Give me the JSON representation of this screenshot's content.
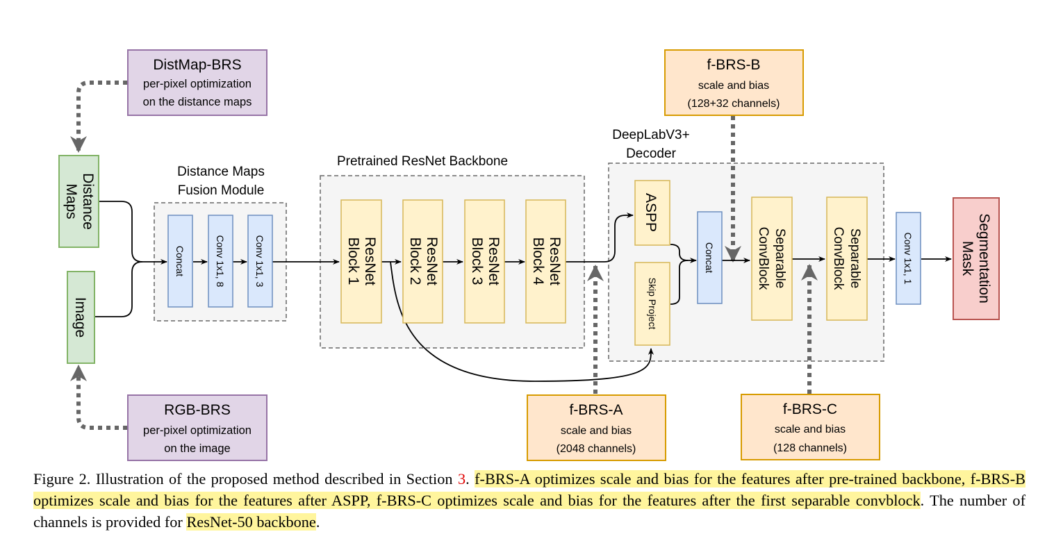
{
  "diagram": {
    "distmap_brs": {
      "title": "DistMap-BRS",
      "line1": "per-pixel optimization",
      "line2": "on the distance maps"
    },
    "rgb_brs": {
      "title": "RGB-BRS",
      "line1": "per-pixel optimization",
      "line2": "on the image"
    },
    "distance_maps": {
      "line1": "Distance",
      "line2": "Maps"
    },
    "image": "Image",
    "fusion_module": {
      "line1": "Distance Maps",
      "line2": "Fusion Module",
      "concat": "Concat",
      "conv1": "Conv 1x1, 8",
      "conv2": "Conv 1x1, 3"
    },
    "backbone": {
      "title": "Pretrained ResNet Backbone",
      "blocks": [
        {
          "line1": "ResNet",
          "line2": "Block 1"
        },
        {
          "line1": "ResNet",
          "line2": "Block 2"
        },
        {
          "line1": "ResNet",
          "line2": "Block 3"
        },
        {
          "line1": "ResNet",
          "line2": "Block 4"
        }
      ]
    },
    "decoder": {
      "line1": "DeepLabV3+",
      "line2": "Decoder",
      "aspp": "ASPP",
      "skip": "Skip Project",
      "concat": "Concat",
      "sep1": {
        "line1": "Separable",
        "line2": "ConvBlock"
      },
      "sep2": {
        "line1": "Separable",
        "line2": "ConvBlock"
      }
    },
    "final_conv": "Conv 1x1, 1",
    "segmentation": {
      "line1": "Segmentation",
      "line2": "Mask"
    },
    "fbrs_a": {
      "title": "f-BRS-A",
      "line1": "scale and bias",
      "line2": "(2048 channels)"
    },
    "fbrs_b": {
      "title": "f-BRS-B",
      "line1": "scale and bias",
      "line2": "(128+32 channels)"
    },
    "fbrs_c": {
      "title": "f-BRS-C",
      "line1": "scale and bias",
      "line2": "(128 channels)"
    }
  },
  "caption": {
    "part1": "Figure 2. Illustration of the proposed method described in Section ",
    "ref": "3",
    "part2": ". ",
    "highlight1": "f-BRS-A optimizes scale and bias for the features after pre-trained backbone, f-BRS-B optimizes scale and bias for the features after ASPP, f-BRS-C optimizes scale and bias for the features after the first separable convblock",
    "part3": ". The number of channels is provided for ",
    "highlight2": "ResNet-50 backbone",
    "part4": "."
  },
  "colors": {
    "purple_fill": "#e1d5e7",
    "purple_stroke": "#9673a6",
    "green_fill": "#d5e8d4",
    "green_stroke": "#82b366",
    "blue_fill": "#dae8fc",
    "blue_stroke": "#6c8ebf",
    "yellow_fill": "#fff2cc",
    "yellow_stroke": "#d6b656",
    "orange_fill": "#ffe6cc",
    "orange_stroke": "#d79b00",
    "red_fill": "#f8cecc",
    "red_stroke": "#b85450",
    "container_fill": "#f5f5f5",
    "container_stroke": "#666666",
    "highlight": "#fff59d"
  }
}
